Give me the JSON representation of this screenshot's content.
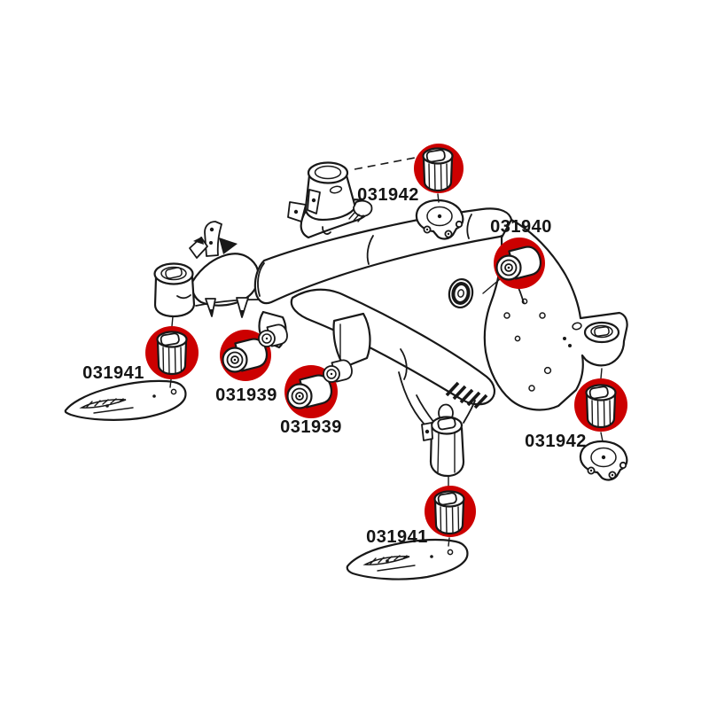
{
  "diagram": {
    "type": "exploded-parts-diagram",
    "subject": "Rear axle subframe with highlighted bushing mount locations",
    "colors": {
      "background": "#ffffff",
      "line": "#181818",
      "highlight": "#cc0000",
      "bushing_fill": "#ffffff"
    },
    "callouts": [
      {
        "part_number": "031942",
        "location": "top-front-mount",
        "bushing_type": "vertical-sleeve"
      },
      {
        "part_number": "031940",
        "location": "upper-right-arm-mount",
        "bushing_type": "horizontal-barrel"
      },
      {
        "part_number": "031941",
        "location": "left-front-mount",
        "bushing_type": "vertical-sleeve"
      },
      {
        "part_number": "031939",
        "location": "center-left-arm-mount",
        "bushing_type": "horizontal-barrel"
      },
      {
        "part_number": "031939",
        "location": "center-arm-mount",
        "bushing_type": "horizontal-barrel"
      },
      {
        "part_number": "031942",
        "location": "right-rear-mount",
        "bushing_type": "vertical-sleeve"
      },
      {
        "part_number": "031941",
        "location": "bottom-rear-mount",
        "bushing_type": "vertical-sleeve"
      }
    ]
  }
}
